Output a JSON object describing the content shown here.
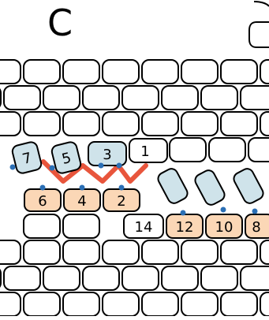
{
  "panel": {
    "letter": "C"
  },
  "cells": {
    "labeled": [
      "7",
      "5",
      "3",
      "1",
      "6",
      "4",
      "2",
      "14",
      "12",
      "10",
      "8"
    ]
  },
  "colors": {
    "outline": "#000000",
    "blue_cell_fill": "#cfe3ea",
    "peach_cell_fill": "#fbd7b6",
    "white_cell_fill": "#ffffff",
    "dot": "#2b6fb5",
    "path": "#e8553c"
  }
}
